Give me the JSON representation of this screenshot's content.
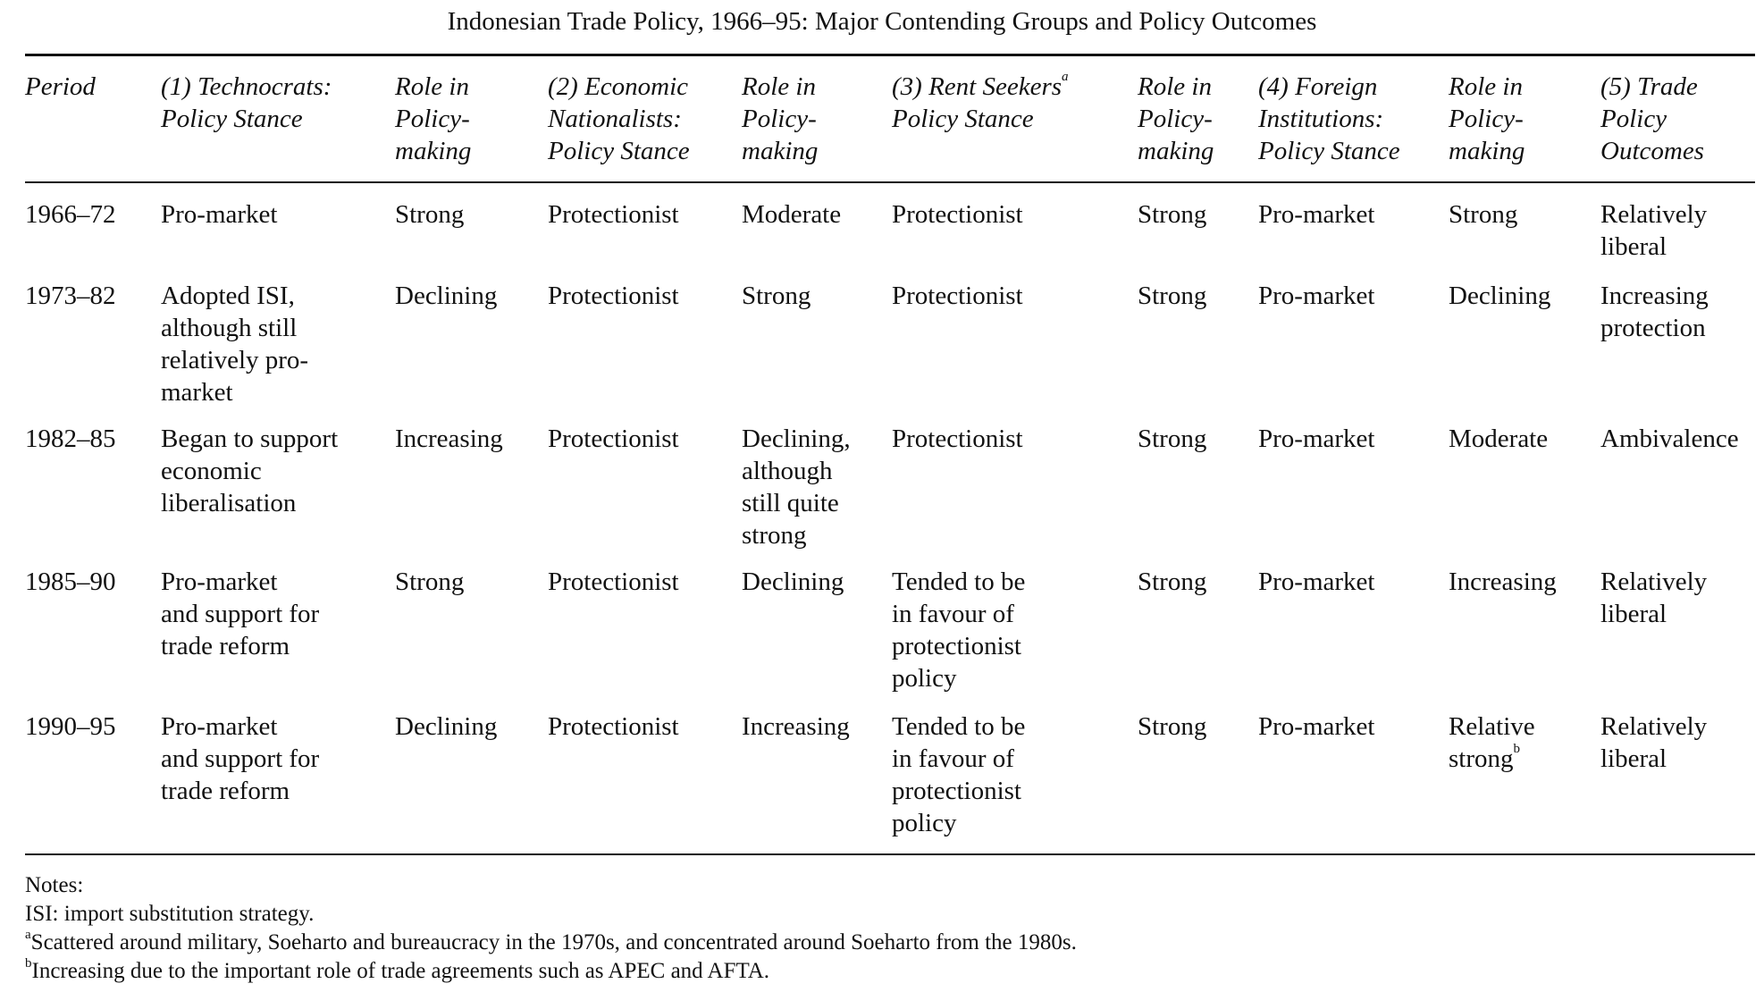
{
  "title": "Indonesian Trade Policy, 1966–95: Major Contending Groups and Policy Outcomes",
  "headers": [
    [
      "Period"
    ],
    [
      "(1) Technocrats:",
      "Policy Stance"
    ],
    [
      "Role in",
      "Policy-",
      "making"
    ],
    [
      "(2) Economic",
      "Nationalists:",
      "Policy Stance"
    ],
    [
      "Role in",
      "Policy-",
      "making"
    ],
    [
      "(3) Rent Seekers",
      "Policy Stance"
    ],
    [
      "Role in",
      "Policy-",
      "making"
    ],
    [
      "(4) Foreign",
      "Institutions:",
      "Policy Stance"
    ],
    [
      "Role in",
      "Policy-",
      "making"
    ],
    [
      "(5) Trade",
      "Policy",
      "Outcomes"
    ]
  ],
  "rent_seekers_footnote_mark": "a",
  "rows": [
    [
      [
        "1966–72"
      ],
      [
        "Pro-market"
      ],
      [
        "Strong"
      ],
      [
        "Protectionist"
      ],
      [
        "Moderate"
      ],
      [
        "Protectionist"
      ],
      [
        "Strong"
      ],
      [
        "Pro-market"
      ],
      [
        "Strong"
      ],
      [
        "Relatively",
        "liberal"
      ]
    ],
    [
      [
        "1973–82"
      ],
      [
        "Adopted ISI,",
        "although still",
        "relatively pro-",
        "market"
      ],
      [
        "Declining"
      ],
      [
        "Protectionist"
      ],
      [
        "Strong"
      ],
      [
        "Protectionist"
      ],
      [
        "Strong"
      ],
      [
        "Pro-market"
      ],
      [
        "Declining"
      ],
      [
        "Increasing",
        "protection"
      ]
    ],
    [
      [
        "1982–85"
      ],
      [
        "Began to support",
        "economic",
        "liberalisation"
      ],
      [
        "Increasing"
      ],
      [
        "Protectionist"
      ],
      [
        "Declining,",
        "although",
        "still quite",
        "strong"
      ],
      [
        "Protectionist"
      ],
      [
        "Strong"
      ],
      [
        "Pro-market"
      ],
      [
        "Moderate"
      ],
      [
        "Ambivalence"
      ]
    ],
    [
      [
        "1985–90"
      ],
      [
        "Pro-market",
        "and support for",
        "trade reform"
      ],
      [
        "Strong"
      ],
      [
        "Protectionist"
      ],
      [
        "Declining"
      ],
      [
        "Tended to be",
        "in favour of",
        "protectionist",
        "policy"
      ],
      [
        "Strong"
      ],
      [
        "Pro-market"
      ],
      [
        "Increasing"
      ],
      [
        "Relatively",
        "liberal"
      ]
    ],
    [
      [
        "1990–95"
      ],
      [
        "Pro-market",
        "and support for",
        "trade reform"
      ],
      [
        "Declining"
      ],
      [
        "Protectionist"
      ],
      [
        "Increasing"
      ],
      [
        "Tended to be",
        "in favour of",
        "protectionist",
        "policy"
      ],
      [
        "Strong"
      ],
      [
        "Pro-market"
      ],
      [
        "Relative",
        "strong"
      ],
      [
        "Relatively",
        "liberal"
      ]
    ]
  ],
  "relative_strong_footnote_mark": "b",
  "notes": {
    "heading": "Notes:",
    "isi": "ISI: import substitution strategy.",
    "a_mark": "a",
    "a": "Scattered around military, Soeharto and bureaucracy in the 1970s, and concentrated around Soeharto from the 1980s.",
    "b_mark": "b",
    "b": "Increasing due to the important role of trade agreements such as APEC and AFTA."
  }
}
